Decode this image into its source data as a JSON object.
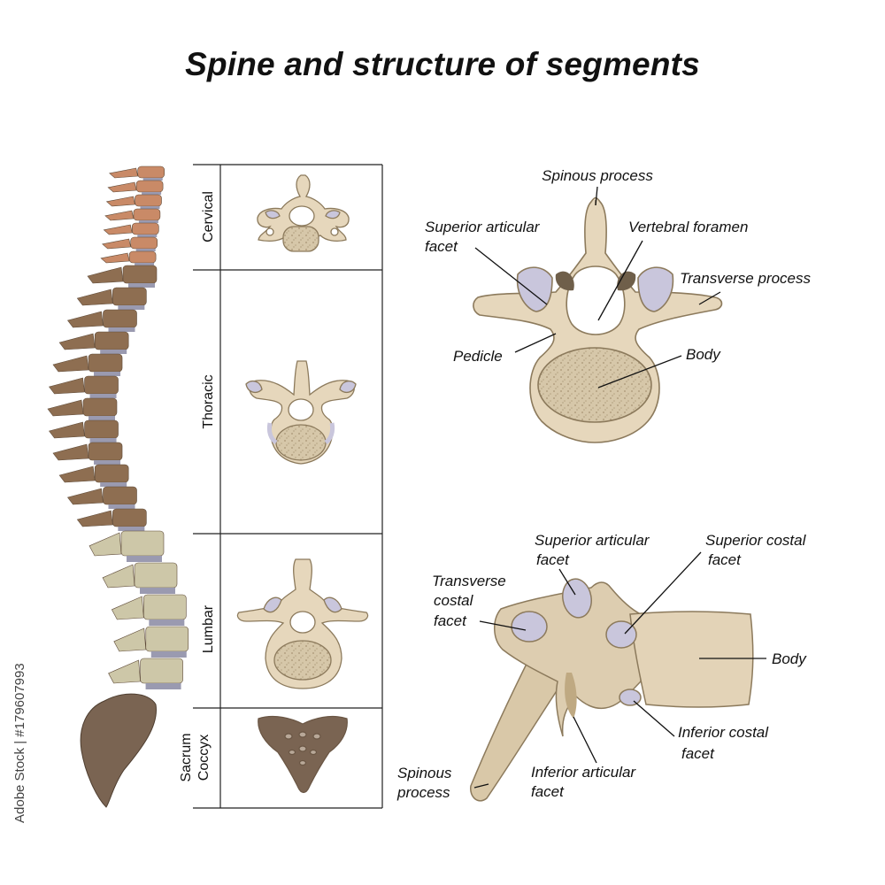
{
  "title": "Spine and structure of segments",
  "watermark": "Adobe Stock | #179607993",
  "segments": {
    "cervical": "Cervical",
    "thoracic": "Thoracic",
    "lumbar": "Lumbar",
    "sacrum": "Sacrum",
    "coccyx": "Coccyx"
  },
  "top_view_labels": {
    "spinous_process": "Spinous process",
    "superior_articular_facet_1": "Superior articular",
    "superior_articular_facet_2": "facet",
    "vertebral_foramen": "Vertebral foramen",
    "transverse_process": "Transverse process",
    "pedicle": "Pedicle",
    "body": "Body"
  },
  "side_view_labels": {
    "superior_articular_facet_1": "Superior articular",
    "superior_articular_facet_2": "facet",
    "superior_costal_facet_1": "Superior costal",
    "superior_costal_facet_2": "facet",
    "transverse_costal_facet_1": "Transverse",
    "transverse_costal_facet_2": "costal",
    "transverse_costal_facet_3": "facet",
    "body": "Body",
    "inferior_costal_facet_1": "Inferior costal",
    "inferior_costal_facet_2": "facet",
    "spinous_process_1": "Spinous",
    "spinous_process_2": "process",
    "inferior_articular_facet_1": "Inferior articular",
    "inferior_articular_facet_2": "facet"
  },
  "colors": {
    "bone": "#e6d7bc",
    "bone_outline": "#8c7a5c",
    "body_fill": "#d8c9ac",
    "facet": "#c9c6dc",
    "cervical": "#c98a67",
    "thoracic": "#8e6e51",
    "lumbar": "#cdc7a8",
    "sacrum": "#7a6452",
    "disc": "#9a9ab0"
  }
}
